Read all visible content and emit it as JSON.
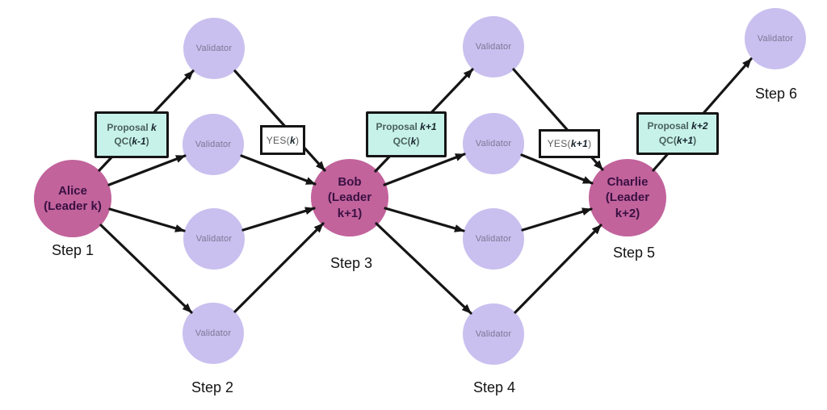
{
  "diagram": {
    "title_hint": "BFT consensus leader rotation flow (HotStuff-style)",
    "validator_label": "Validator",
    "leaders": [
      {
        "id": "alice",
        "name": "Alice",
        "role": "(Leader k)"
      },
      {
        "id": "bob",
        "name": "Bob",
        "role": "(Leader k+1)"
      },
      {
        "id": "charlie",
        "name": "Charlie",
        "role": "(Leader k+2)"
      }
    ],
    "step_labels": [
      "Step 1",
      "Step 2",
      "Step 3",
      "Step 4",
      "Step 5",
      "Step 6"
    ],
    "proposal_boxes": [
      {
        "line1_text": "Proposal ",
        "line1_var": "k",
        "line2_text": "QC(",
        "line2_var": "k-1",
        "line2_close": ")"
      },
      {
        "line1_text": "Proposal ",
        "line1_var": "k+1",
        "line2_text": "QC(",
        "line2_var": "k",
        "line2_close": ")"
      },
      {
        "line1_text": "Proposal ",
        "line1_var": "k+2",
        "line2_text": "QC(",
        "line2_var": "k+1",
        "line2_close": ")"
      }
    ],
    "vote_boxes": [
      {
        "text": "YES(",
        "var": "k",
        "close": ")"
      },
      {
        "text": "YES(",
        "var": "k+1",
        "close": ")"
      }
    ],
    "edges": [
      {
        "from": "alice",
        "to": "col1-validator-1"
      },
      {
        "from": "alice",
        "to": "col1-validator-2"
      },
      {
        "from": "alice",
        "to": "col1-validator-3"
      },
      {
        "from": "alice",
        "to": "col1-validator-4"
      },
      {
        "from": "col1-validator-1",
        "to": "bob"
      },
      {
        "from": "col1-validator-2",
        "to": "bob"
      },
      {
        "from": "col1-validator-3",
        "to": "bob"
      },
      {
        "from": "col1-validator-4",
        "to": "bob"
      },
      {
        "from": "bob",
        "to": "col2-validator-1"
      },
      {
        "from": "bob",
        "to": "col2-validator-2"
      },
      {
        "from": "bob",
        "to": "col2-validator-3"
      },
      {
        "from": "bob",
        "to": "col2-validator-4"
      },
      {
        "from": "col2-validator-1",
        "to": "charlie"
      },
      {
        "from": "col2-validator-2",
        "to": "charlie"
      },
      {
        "from": "col2-validator-3",
        "to": "charlie"
      },
      {
        "from": "col2-validator-4",
        "to": "charlie"
      },
      {
        "from": "charlie",
        "to": "col3-validator-1"
      }
    ],
    "colors": {
      "leader_fill": "#c2639c",
      "leader_text": "#3a1042",
      "validator_fill": "#c9c0ef",
      "validator_text": "#7d7694",
      "proposal_fill": "#c7f2e9",
      "proposal_text": "#4a615d",
      "vote_text": "#5a5a5a",
      "var_text": "#17242c",
      "arrow": "#151515",
      "step_text": "#141414"
    }
  }
}
